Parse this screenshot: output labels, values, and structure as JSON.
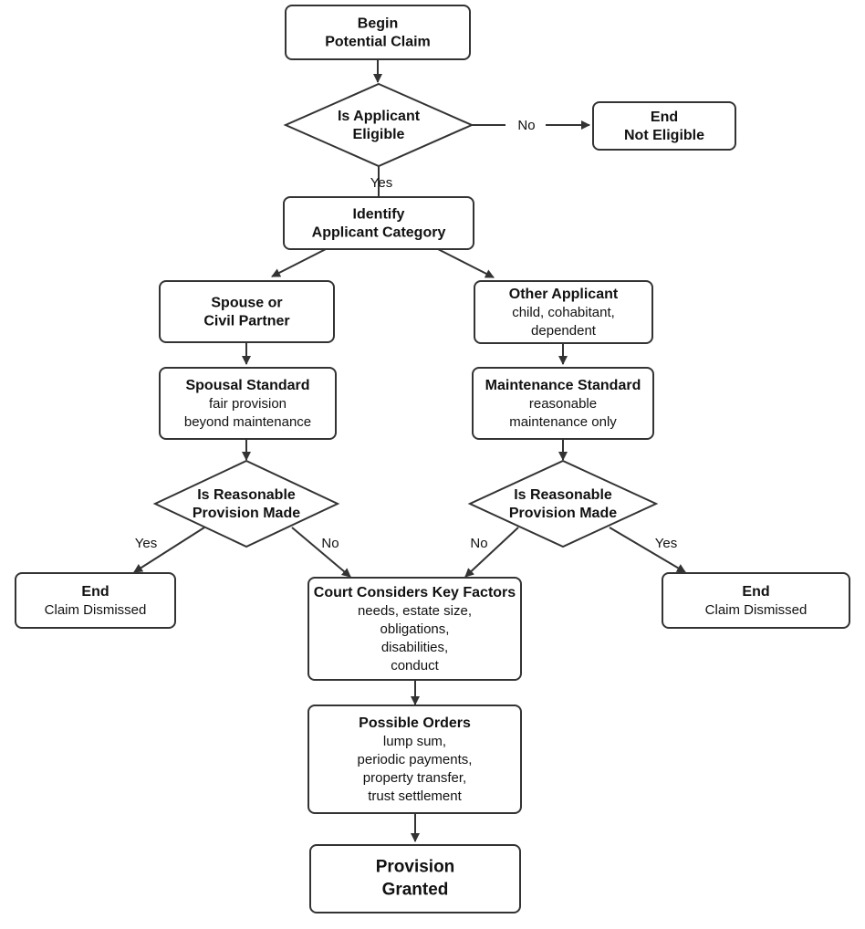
{
  "nodes": {
    "begin": {
      "title": [
        "Begin",
        "Potential Claim"
      ],
      "detail": []
    },
    "eligible": {
      "title": [
        "Is Applicant",
        "Eligible"
      ],
      "detail": []
    },
    "not_eligible": {
      "title": [
        "End",
        "Not Eligible"
      ],
      "detail": []
    },
    "identify": {
      "title": [
        "Identify",
        "Applicant Category"
      ],
      "detail": []
    },
    "spouse": {
      "title": [
        "Spouse or",
        "Civil Partner"
      ],
      "detail": []
    },
    "other": {
      "title": [
        "Other Applicant"
      ],
      "detail": [
        "child, cohabitant,",
        "dependent"
      ]
    },
    "spousal_std": {
      "title": [
        "Spousal Standard"
      ],
      "detail": [
        "fair provision",
        "beyond maintenance"
      ]
    },
    "maint_std": {
      "title": [
        "Maintenance Standard"
      ],
      "detail": [
        "reasonable",
        "maintenance only"
      ]
    },
    "reasonable_left": {
      "title": [
        "Is Reasonable",
        "Provision Made"
      ],
      "detail": []
    },
    "reasonable_right": {
      "title": [
        "Is Reasonable",
        "Provision Made"
      ],
      "detail": []
    },
    "dismissed_left": {
      "title": [
        "End"
      ],
      "detail": [
        "Claim Dismissed"
      ]
    },
    "dismissed_right": {
      "title": [
        "End"
      ],
      "detail": [
        "Claim Dismissed"
      ]
    },
    "court": {
      "title": [
        "Court Considers Key Factors"
      ],
      "detail": [
        "needs, estate size,",
        "obligations,",
        "disabilities,",
        "conduct"
      ]
    },
    "orders": {
      "title": [
        "Possible Orders"
      ],
      "detail": [
        "lump sum,",
        "periodic payments,",
        "property transfer,",
        "trust settlement"
      ]
    },
    "granted": {
      "title": [
        "Provision",
        "Granted"
      ],
      "detail": []
    }
  },
  "edges": {
    "begin_eligible": "",
    "eligible_not_eligible": "No",
    "eligible_identify": "Yes",
    "identify_spouse": "",
    "identify_other": "",
    "spouse_spousal_std": "",
    "other_maint_std": "",
    "spousal_std_reasonable_left": "",
    "maint_std_reasonable_right": "",
    "reasonable_left_dismissed_left": "Yes",
    "reasonable_left_court": "No",
    "reasonable_right_court": "No",
    "reasonable_right_dismissed_right": "Yes",
    "court_orders": "",
    "orders_granted": ""
  },
  "colors": {
    "stroke": "#333333",
    "fill": "#ffffff",
    "text": "#111111"
  }
}
